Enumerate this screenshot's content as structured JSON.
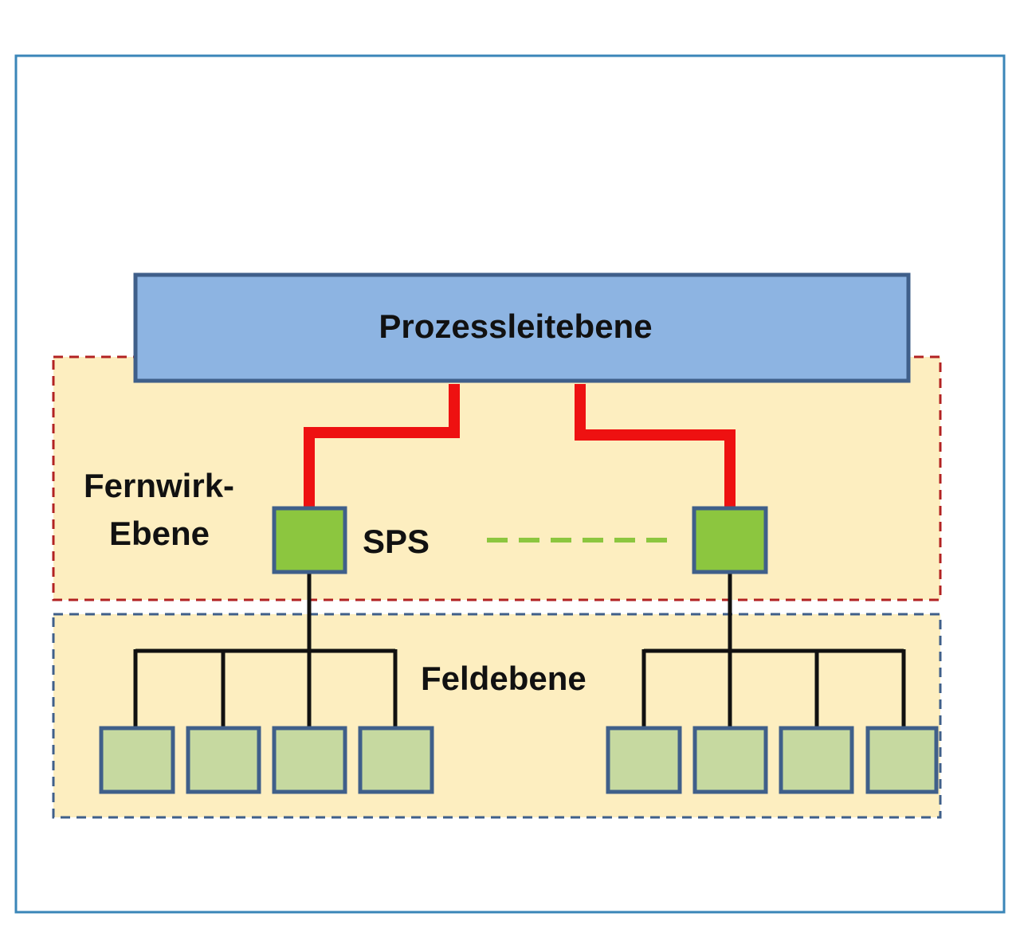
{
  "diagram": {
    "top_level": {
      "label": "Prozessleitebene"
    },
    "telecontrol_level": {
      "label_line1": "Fernwirk-",
      "label_line2": "Ebene"
    },
    "plc": {
      "label": "SPS"
    },
    "field_level": {
      "label": "Feldebene"
    }
  },
  "colors": {
    "frame_border": "#3a86b8",
    "process_box_fill": "#8db4e2",
    "box_border": "#3f5f8a",
    "zone_fill": "#fdeec0",
    "telecontrol_border": "#b22222",
    "field_border": "#3f5f8a",
    "red_link": "#ee1111",
    "plc_fill": "#8cc63f",
    "field_device_fill": "#c6d9a0",
    "dashed_green": "#8cc63f",
    "bus_line": "#111111"
  }
}
